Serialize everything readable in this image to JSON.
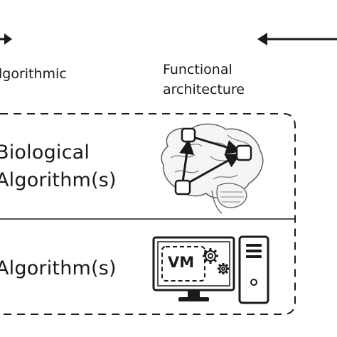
{
  "header": {
    "left_label": "lgorithmic",
    "right_label_line1": "Functional",
    "right_label_line2": "architecture"
  },
  "panels": {
    "top_label_line1": "Biological",
    "top_label_line2": "Algorithm(s)",
    "bottom_label": "Algorithm(s)"
  },
  "computer": {
    "vm_label": "VM"
  },
  "colors": {
    "stroke": "#1a1a1a",
    "brain_fill": "#f5f5f5",
    "brain_stroke": "#666666"
  },
  "icons": [
    "double-arrow-icon",
    "left-arrow-icon",
    "brain-network-icon",
    "monitor-icon",
    "gear-icon",
    "tower-pc-icon"
  ]
}
